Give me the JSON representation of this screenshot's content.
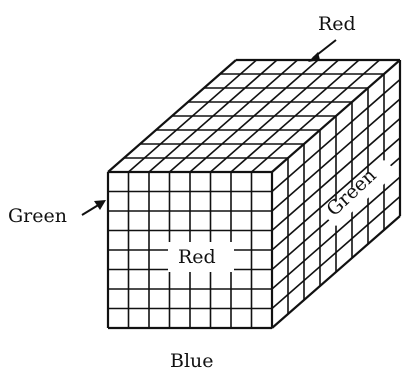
{
  "diagram": {
    "labels": {
      "top_face": "Red",
      "left_face": "Green",
      "right_face": "Green",
      "front_face": "Red",
      "bottom_face": "Blue"
    },
    "grid": {
      "rows": 8,
      "cols": 8,
      "depth": 8
    }
  }
}
